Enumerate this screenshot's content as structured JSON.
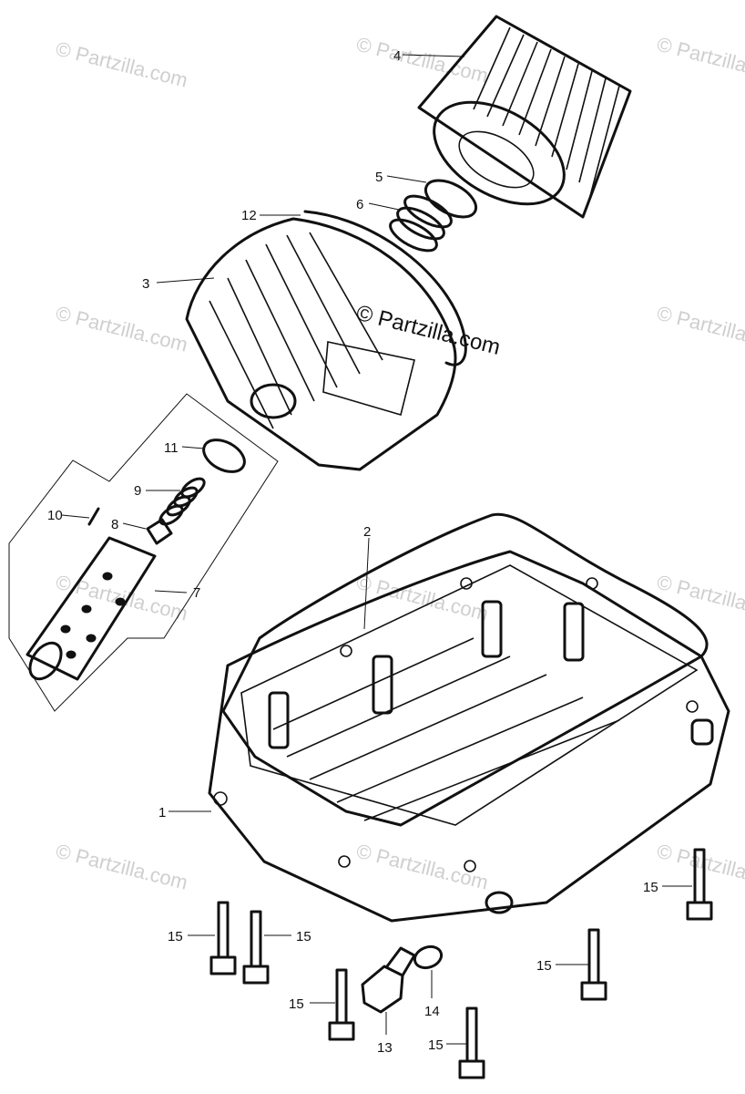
{
  "watermarks": {
    "center_text": "© Partzilla.com",
    "repeat_text": "© Partzilla.com"
  },
  "callouts": [
    {
      "id": "c1",
      "label": "1"
    },
    {
      "id": "c2",
      "label": "2"
    },
    {
      "id": "c3",
      "label": "3"
    },
    {
      "id": "c4",
      "label": "4"
    },
    {
      "id": "c5",
      "label": "5"
    },
    {
      "id": "c6",
      "label": "6"
    },
    {
      "id": "c7",
      "label": "7"
    },
    {
      "id": "c8",
      "label": "8"
    },
    {
      "id": "c9",
      "label": "9"
    },
    {
      "id": "c10",
      "label": "10"
    },
    {
      "id": "c11",
      "label": "11"
    },
    {
      "id": "c12",
      "label": "12"
    },
    {
      "id": "c13",
      "label": "13"
    },
    {
      "id": "c14",
      "label": "14"
    },
    {
      "id": "c15a",
      "label": "15"
    },
    {
      "id": "c15b",
      "label": "15"
    },
    {
      "id": "c15c",
      "label": "15"
    },
    {
      "id": "c15d",
      "label": "15"
    },
    {
      "id": "c15e",
      "label": "15"
    },
    {
      "id": "c15f",
      "label": "15"
    }
  ]
}
